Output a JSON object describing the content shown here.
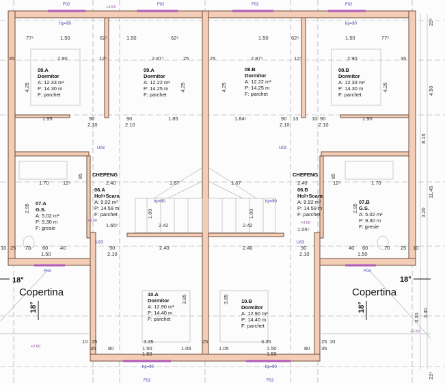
{
  "rooms": [
    {
      "id": "08.A",
      "name": "Dormitor",
      "area": "A: 12.33 m²",
      "perimeter": "P: 14.30 m",
      "floor": "F: parchet"
    },
    {
      "id": "09.A",
      "name": "Dormitor",
      "area": "A: 12.22 m²",
      "perimeter": "P: 14.25 m",
      "floor": "F: parchet"
    },
    {
      "id": "09.B",
      "name": "Dormitor",
      "area": "A: 12.22 m²",
      "perimeter": "P: 14.25 m",
      "floor": "F: parchet"
    },
    {
      "id": "08.B",
      "name": "Dormitor",
      "area": "A: 12.33 m²",
      "perimeter": "P: 14.30 m",
      "floor": "F: parchet"
    },
    {
      "id": "06.A",
      "name": "Hol+Scara",
      "area": "A: 9.92 m²",
      "perimeter": "P: 14.59 m",
      "floor": "F: parchet"
    },
    {
      "id": "06.B",
      "name": "Hol+Scara",
      "area": "A: 9.92 m²",
      "perimeter": "P: 14.59 m",
      "floor": "F: parchet"
    },
    {
      "id": "07.A",
      "name": "G.S.",
      "area": "A: 5.02 m²",
      "perimeter": "P: 9.30 m",
      "floor": "F: gresie"
    },
    {
      "id": "07.B",
      "name": "G.S.",
      "area": "A: 5.02 m²",
      "perimeter": "P: 9.30 m",
      "floor": "F: gresie"
    },
    {
      "id": "10.A",
      "name": "Dormitor",
      "area": "A: 12.90 m²",
      "perimeter": "P: 14.40 m",
      "floor": "F: parchet"
    },
    {
      "id": "10.B",
      "name": "Dormitor",
      "area": "A: 12.90 m²",
      "perimeter": "P: 14.40 m",
      "floor": "F: parchet"
    }
  ],
  "labels": {
    "copertina_left": "Copertina",
    "copertina_right": "Copertina",
    "angle": "18°",
    "chepeng": "CHEPENG",
    "level_300": "+3.00",
    "level_260": "+2.60",
    "level_353": "+3.53",
    "hp90": "hp=90",
    "window_f02": "F02",
    "window_f04": "F04",
    "door_u03": "U03"
  },
  "dimensions": {
    "top": [
      "77⁵",
      "1.50",
      "62⁵",
      "1.50",
      "62⁵",
      "1.50",
      "62⁵",
      "1.50",
      "77⁵"
    ],
    "row1": [
      "2.90",
      "12⁵",
      "2.87⁵",
      "2.87⁵",
      "12⁵",
      "2.90"
    ],
    "row2": [
      "1.95",
      "90",
      "2.10",
      "90",
      "2.10",
      "1.85",
      "1.84⁵",
      "90",
      "2.10",
      "13",
      "10",
      "90",
      "2.10",
      "1.90"
    ],
    "wall": [
      "35",
      "25",
      "25",
      "35",
      "4.25",
      "4.25",
      "4.25",
      "4.25"
    ],
    "bath": [
      "1.70",
      "12⁵",
      "85",
      "2.40",
      "2.40",
      "85",
      "12⁵",
      "1.70",
      "2.95",
      "2.95"
    ],
    "hall": [
      "1.65⁵",
      "1.05⁵",
      "2.42",
      "2.42",
      "1.00",
      "1.00",
      "1.67",
      "1.67",
      "2.40",
      "2.40"
    ],
    "bottomrow": [
      "10",
      "25",
      "70",
      "60",
      "40",
      "1.50",
      "90",
      "2.10",
      "90",
      "2.10",
      "40",
      "60",
      "70",
      "25",
      "10",
      "1.50"
    ],
    "lower": [
      "3.85",
      "3.85",
      "3.35",
      "3.35",
      "10",
      "25",
      "25",
      "25",
      "10",
      "35",
      "80",
      "1.50",
      "1.50",
      "1.05",
      "1.05",
      "1.50",
      "1.50",
      "80",
      "35"
    ],
    "right": [
      "22⁵",
      "4.50",
      "8.15",
      "11.45",
      "3.20",
      "3.30",
      "3.30",
      "22⁵"
    ]
  }
}
